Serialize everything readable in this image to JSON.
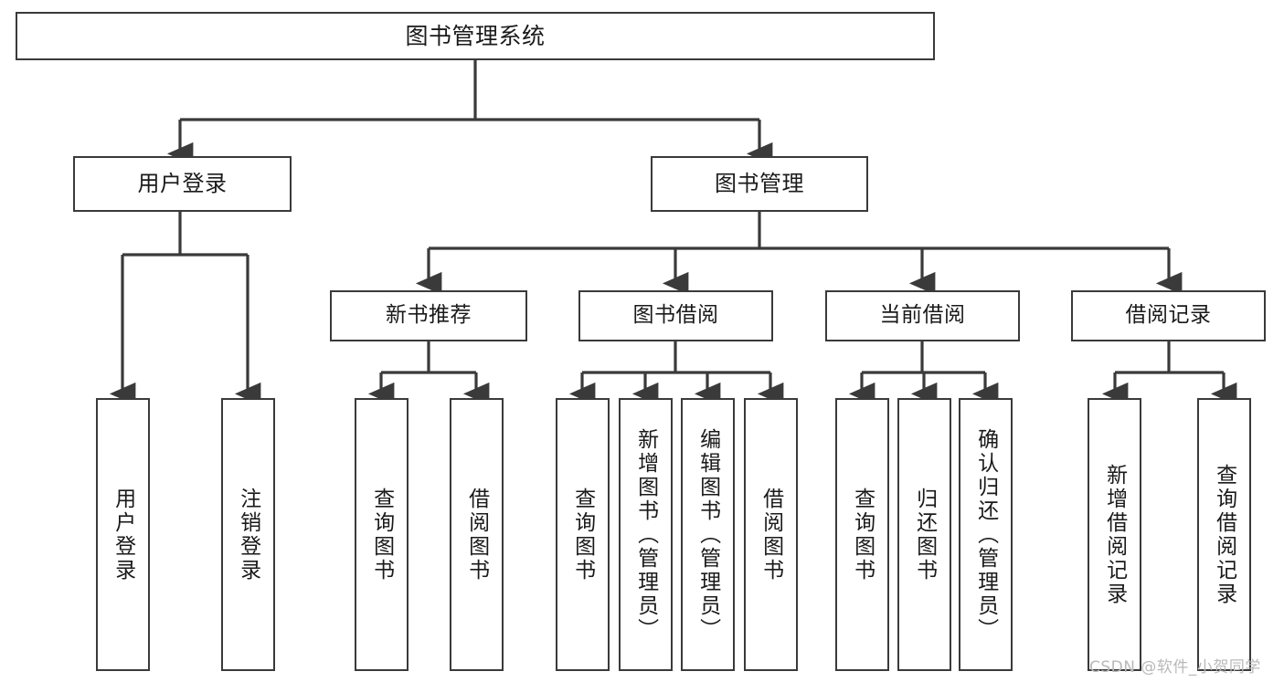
{
  "diagram": {
    "type": "tree-hierarchy",
    "title": "图书管理系统",
    "watermark": "CSDN @软件_小贺同学",
    "colors": {
      "box_border": "#3a3a3a",
      "box_fill": "#ffffff",
      "connector": "#3a3a3a",
      "text": "#1a1a1a",
      "watermark": "#b9b9b9",
      "background": "#ffffff"
    },
    "root": {
      "label": "图书管理系统"
    },
    "level2": [
      {
        "id": "user-login",
        "label": "用户登录"
      },
      {
        "id": "book-manage",
        "label": "图书管理"
      }
    ],
    "level3": [
      {
        "id": "new-book-recommend",
        "label": "新书推荐"
      },
      {
        "id": "book-borrow",
        "label": "图书借阅"
      },
      {
        "id": "current-borrow",
        "label": "当前借阅"
      },
      {
        "id": "borrow-record",
        "label": "借阅记录"
      }
    ],
    "leaves": {
      "user_login": [
        {
          "id": "leaf-user-login",
          "label": "用户登录"
        },
        {
          "id": "leaf-logout-login",
          "label": "注销登录"
        }
      ],
      "new_book_recommend": [
        {
          "id": "leaf-query-book-1",
          "label": "查询图书"
        },
        {
          "id": "leaf-borrow-book-1",
          "label": "借阅图书"
        }
      ],
      "book_borrow": [
        {
          "id": "leaf-query-book-2",
          "label": "查询图书"
        },
        {
          "id": "leaf-add-book",
          "label": "新增图书（管理员）"
        },
        {
          "id": "leaf-edit-book",
          "label": "编辑图书（管理员）"
        },
        {
          "id": "leaf-borrow-book-2",
          "label": "借阅图书"
        }
      ],
      "current_borrow": [
        {
          "id": "leaf-query-book-3",
          "label": "查询图书"
        },
        {
          "id": "leaf-return-book",
          "label": "归还图书"
        },
        {
          "id": "leaf-confirm-return",
          "label": "确认归还（管理员）"
        }
      ],
      "borrow_record": [
        {
          "id": "leaf-add-record",
          "label": "新增借阅记录"
        },
        {
          "id": "leaf-query-record",
          "label": "查询借阅记录"
        }
      ]
    }
  }
}
